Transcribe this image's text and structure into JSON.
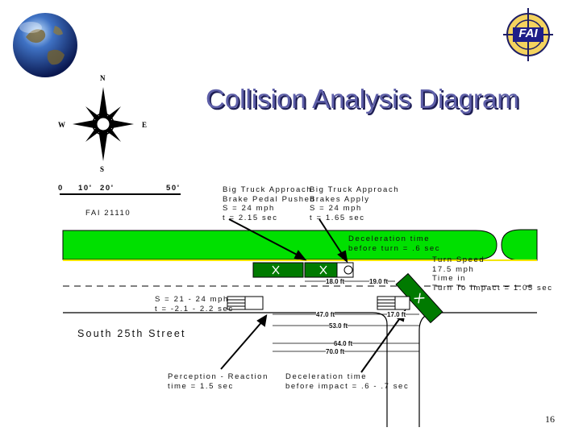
{
  "slide": {
    "title": "Collision Analysis Diagram",
    "page_number": "16",
    "logo_text": "FAI",
    "case_id": "FAI 21110",
    "street_name": "South 25th Street"
  },
  "compass": {
    "north": "N",
    "south": "S",
    "east": "E",
    "west": "W"
  },
  "scale": {
    "zero": "0",
    "ten": "10'",
    "twenty": "20'",
    "fifty": "50'"
  },
  "annotations": {
    "brake_pedal": {
      "line1": "Big Truck Approach",
      "line2": "Brake Pedal Pushed",
      "line3": "S = 24 mph",
      "line4": "t = 2.15 sec"
    },
    "brakes_apply": {
      "line1": "Big Truck Approach",
      "line2": "Brakes Apply",
      "line3": "S = 24 mph",
      "line4": "t = 1.65 sec"
    },
    "decel_before_turn": {
      "line1": "Deceleration time",
      "line2": "before turn = .6 sec"
    },
    "turn_speed": {
      "line1": "Turn Speed",
      "line2": "17.5 mph",
      "line3": "Time in",
      "line4": "Turn To Impact = 1.05 sec"
    },
    "approach_speed": {
      "line1": "S = 21 - 24 mph",
      "line2": "t = -2.1 - 2.2 sec"
    },
    "perception": {
      "line1": "Perception - Reaction",
      "line2": "time = 1.5 sec"
    },
    "decel_before_impact": {
      "line1": "Deceleration time",
      "line2": "before impact = .6 - .7 sec"
    }
  },
  "dimensions": {
    "d18": "18.0 ft",
    "d19": "19.0 ft",
    "d17": "17.0 ft",
    "d47": "47.0 ft",
    "d53": "53.0 ft",
    "d64": "64.0 ft",
    "d70": "70.0 ft"
  },
  "colors": {
    "title": "#5e5fa8",
    "median_green": "#00e000",
    "truck_green": "#007a00",
    "center_line": "#f2e600"
  }
}
